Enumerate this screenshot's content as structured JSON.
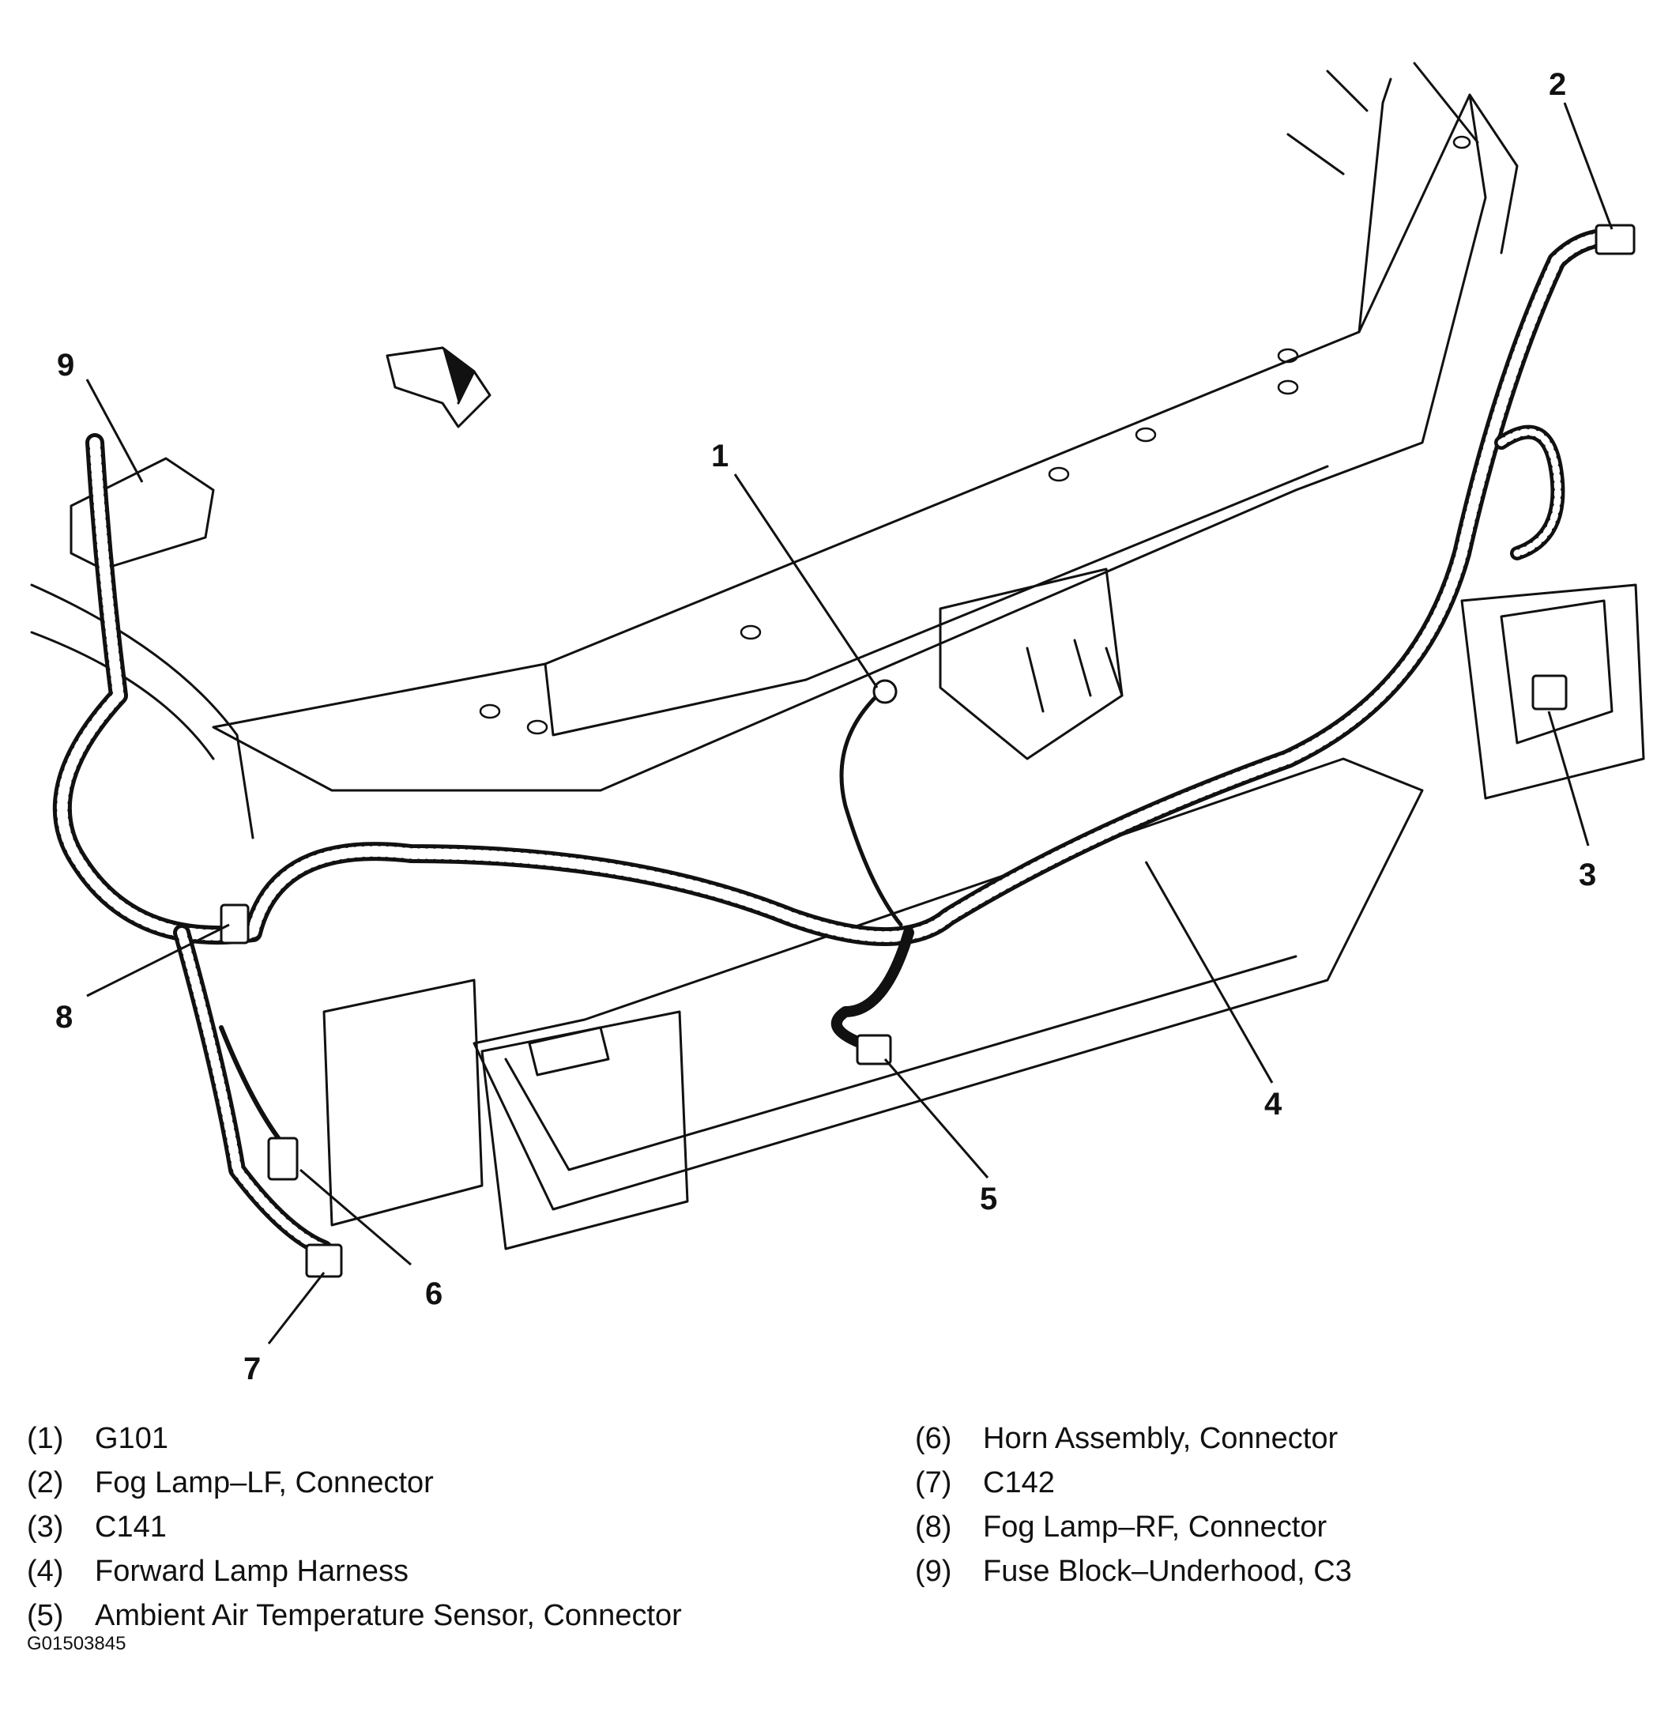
{
  "callouts": [
    "1",
    "2",
    "3",
    "4",
    "5",
    "6",
    "7",
    "8",
    "9"
  ],
  "legend": [
    {
      "num": "(1)",
      "text": "G101"
    },
    {
      "num": "(2)",
      "text": "Fog Lamp–LF, Connector"
    },
    {
      "num": "(3)",
      "text": "C141"
    },
    {
      "num": "(4)",
      "text": "Forward Lamp Harness"
    },
    {
      "num": "(5)",
      "text": "Ambient Air Temperature Sensor, Connector"
    },
    {
      "num": "(6)",
      "text": "Horn Assembly, Connector"
    },
    {
      "num": "(7)",
      "text": "C142"
    },
    {
      "num": "(8)",
      "text": "Fog Lamp–RF, Connector"
    },
    {
      "num": "(9)",
      "text": "Fuse Block–Underhood, C3"
    }
  ],
  "figure_code": "G01503845",
  "colors": {
    "line": "#111111",
    "background": "#ffffff"
  }
}
